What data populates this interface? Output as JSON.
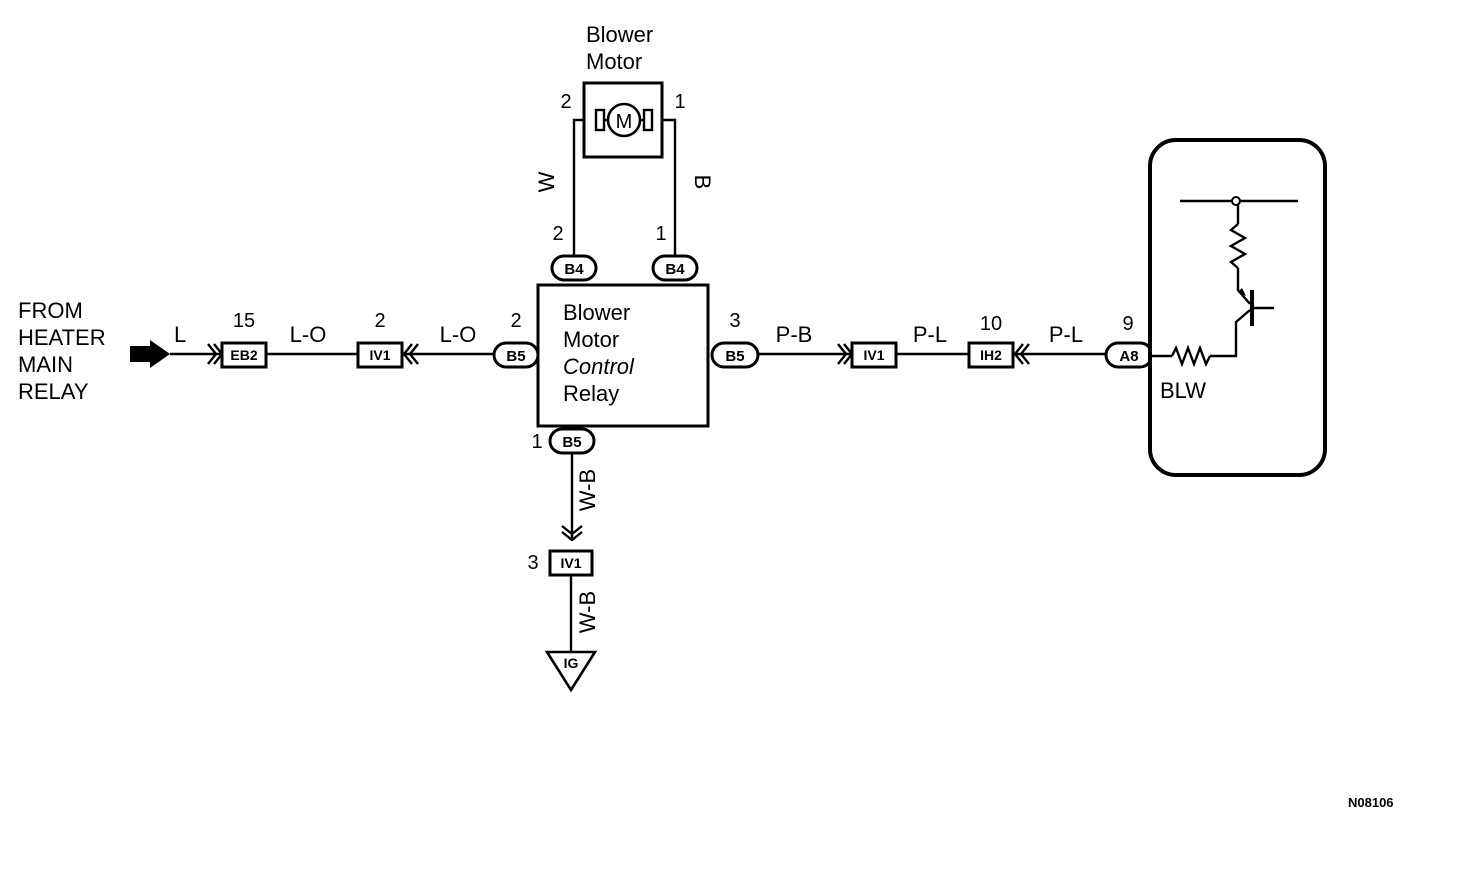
{
  "source": {
    "lines": [
      "FROM",
      "HEATER",
      "MAIN",
      "RELAY"
    ]
  },
  "blower_motor": {
    "title_lines": [
      "Blower",
      "Motor"
    ],
    "symbol": "M",
    "pin_left": "2",
    "pin_right": "1"
  },
  "relay": {
    "lines": [
      "Blower",
      "Motor",
      "Control",
      "Relay"
    ]
  },
  "connectors": {
    "eb2": {
      "tag": "EB2",
      "pin": "15"
    },
    "iv1_left": {
      "tag": "IV1",
      "pin": "2"
    },
    "b5_left": {
      "tag": "B5",
      "pin": "2"
    },
    "b5_right": {
      "tag": "B5",
      "pin": "3"
    },
    "b5_bottom": {
      "tag": "B5",
      "pin": "1"
    },
    "b4_left": {
      "tag": "B4",
      "pin": "2"
    },
    "b4_right": {
      "tag": "B4",
      "pin": "1"
    },
    "iv1_right": {
      "tag": "IV1"
    },
    "ih2": {
      "tag": "IH2",
      "pin": "10"
    },
    "a8": {
      "tag": "A8",
      "pin": "9"
    },
    "iv1_bottom": {
      "tag": "IV1",
      "pin": "3"
    },
    "ground": {
      "tag": "IG"
    }
  },
  "wires": {
    "source_wire": "L",
    "eb2_to_iv1": "L-O",
    "iv1_to_relay": "L-O",
    "relay_to_iv1": "P-B",
    "iv1_to_ih2": "P-L",
    "ih2_to_a8": "P-L",
    "motor_left": "W",
    "motor_right": "B",
    "relay_to_ground_upper": "W-B",
    "relay_to_ground_lower": "W-B"
  },
  "ecu": {
    "terminal": "BLW"
  },
  "figure_code": "N08106"
}
